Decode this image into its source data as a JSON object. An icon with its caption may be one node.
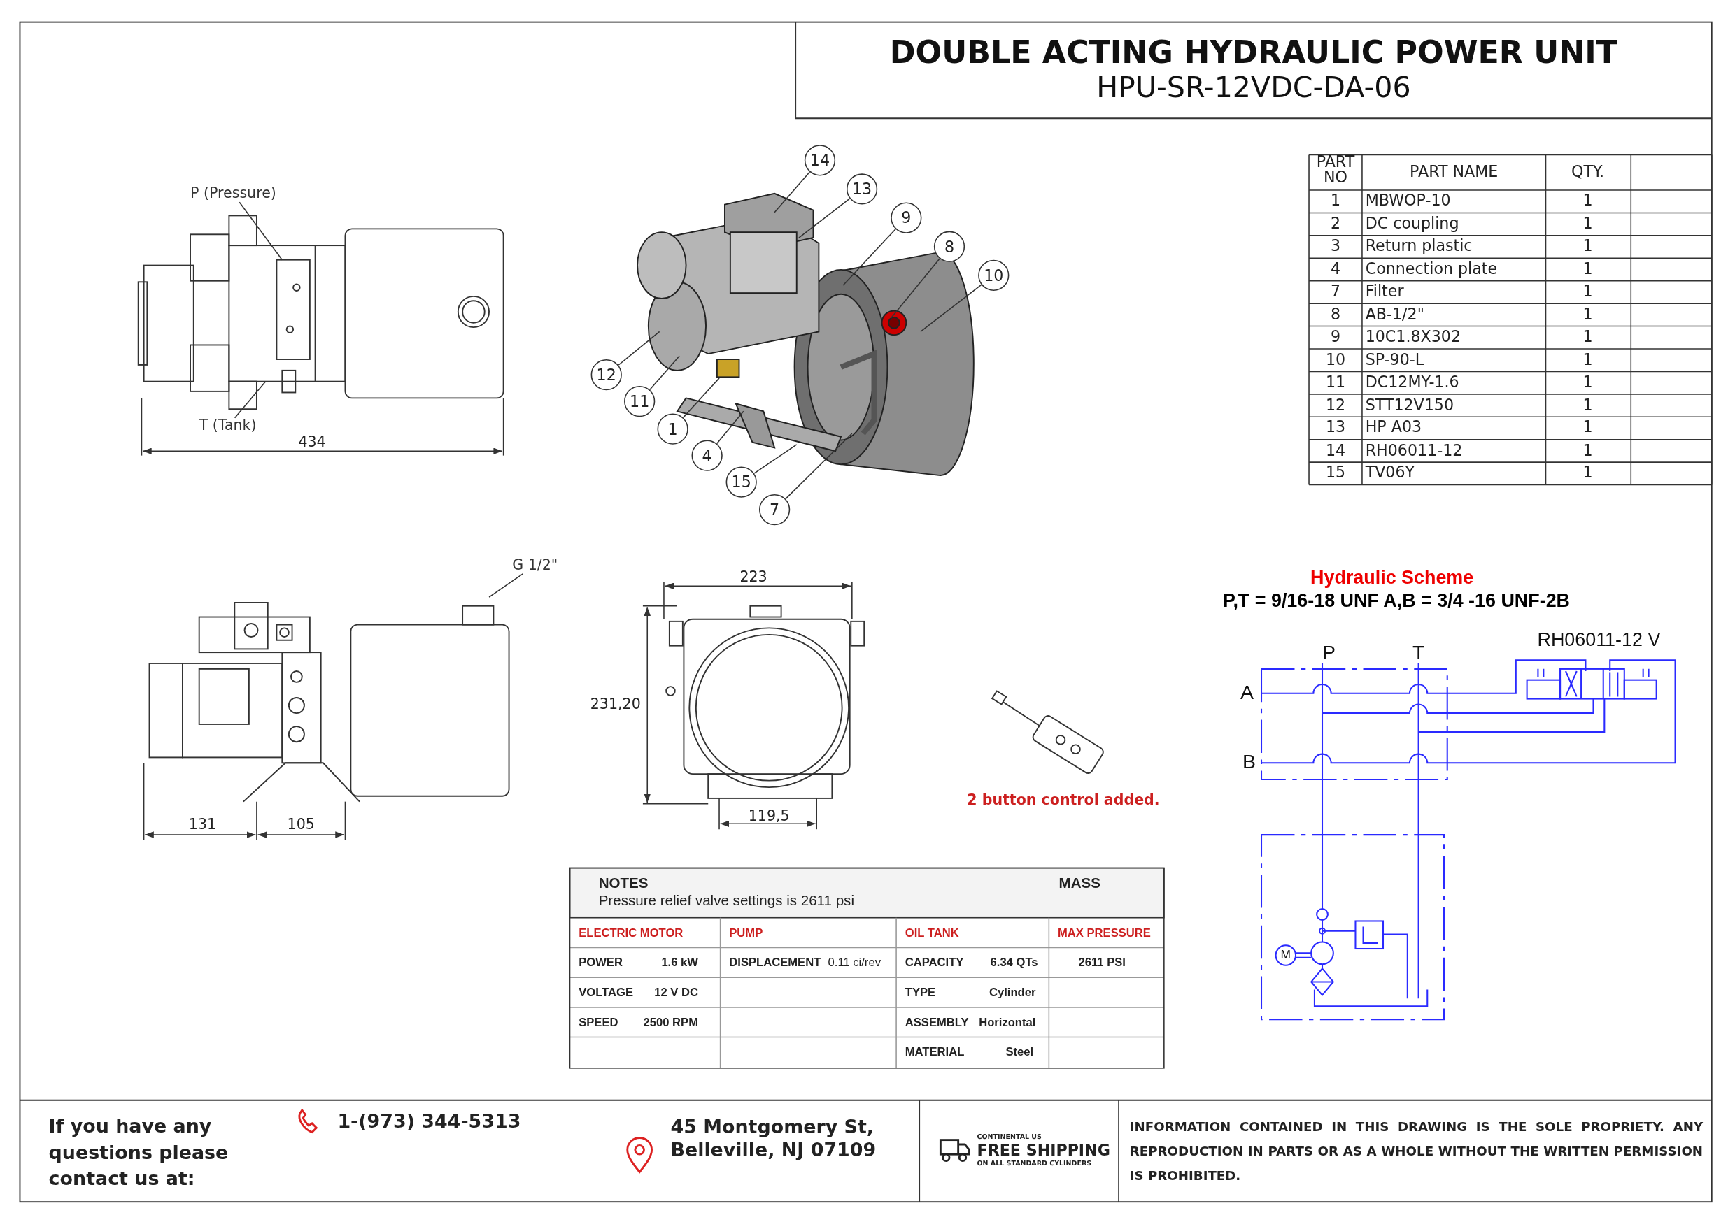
{
  "diagram": {
    "title": "DOUBLE ACTING HYDRAULIC POWER UNIT",
    "nodes": [
      {
        "text": [
          "P (Pressure)"
        ]
      },
      {
        "text": [
          "T (Tank)"
        ]
      },
      {
        "text": [
          "G 1/2\""
        ]
      },
      {
        "text": [
          "14"
        ]
      },
      {
        "text": [
          "13"
        ]
      },
      {
        "text": [
          "9"
        ]
      },
      {
        "text": [
          "8"
        ]
      },
      {
        "text": [
          "10"
        ]
      },
      {
        "text": [
          "12"
        ]
      },
      {
        "text": [
          "11"
        ]
      },
      {
        "text": [
          "1"
        ]
      },
      {
        "text": [
          "4"
        ]
      },
      {
        "text": [
          "15"
        ]
      },
      {
        "text": [
          "7"
        ]
      }
    ],
    "edges": [
      {
        "from": 0,
        "to": null,
        "arrow": "none"
      },
      {
        "from": 1,
        "to": null,
        "arrow": "none"
      },
      {
        "from": 2,
        "to": null,
        "arrow": "none"
      },
      {
        "from": 3,
        "to": null,
        "arrow": "none"
      },
      {
        "from": 4,
        "to": null,
        "arrow": "none"
      },
      {
        "from": 5,
        "to": null,
        "arrow": "none"
      },
      {
        "from": 6,
        "to": null,
        "arrow": "none"
      },
      {
        "from": 7,
        "to": null,
        "arrow": "none"
      },
      {
        "from": 8,
        "to": null,
        "arrow": "none"
      },
      {
        "from": 9,
        "to": null,
        "arrow": "none"
      },
      {
        "from": 10,
        "to": null,
        "arrow": "none"
      },
      {
        "from": 11,
        "to": null,
        "arrow": "none"
      },
      {
        "from": 12,
        "to": null,
        "arrow": "none"
      },
      {
        "from": 13,
        "to": null,
        "arrow": "none"
      }
    ],
    "labels": [
      "HPU-SR-12VDC-DA-06",
      "PART NO",
      "PART NAME",
      "QTY.",
      "1",
      "MBWOP-10",
      "1",
      "2",
      "DC coupling",
      "1",
      "3",
      "Return plastic",
      "1",
      "4",
      "Connection plate",
      "1",
      "7",
      "Filter",
      "1",
      "8",
      "AB-1/2\"",
      "1",
      "9",
      "10C1.8X302",
      "1",
      "10",
      "SP-90-L",
      "1",
      "11",
      "DC12MY-1.6",
      "1",
      "12",
      "STT12V150",
      "1",
      "13",
      "HP A03",
      "1",
      "14",
      "RH06011-12",
      "1",
      "15",
      "TV06Y",
      "1",
      "434",
      "223",
      "231,20",
      "131",
      "105",
      "119,5",
      "2 button control added.",
      "Hydraulic Scheme",
      "P,T = 9/16-18 UNF A,B = 3/4 -16 UNF-2B",
      "RH06011-12 V",
      "P",
      "T",
      "A",
      "B",
      "M",
      "NOTES",
      "Pressure relief valve settings is 2611 psi",
      "MASS",
      "ELECTRIC MOTOR",
      "PUMP",
      "OIL TANK",
      "MAX PRESSURE",
      "POWER",
      "1.6 kW",
      "DISPLACEMENT",
      "0.11 ci/rev",
      "CAPACITY",
      "6.34 QTs",
      "2611 PSI",
      "VOLTAGE",
      "12 V DC",
      "TYPE",
      "Cylinder",
      "SPEED",
      "2500 RPM",
      "ASSEMBLY",
      "Horizontal",
      "MATERIAL",
      "Steel",
      "If you have any questions please contact us at:",
      "1-(973) 344-5313",
      "45 Montgomery St, Belleville, NJ 07109",
      "CONTINENTAL US",
      "FREE SHIPPING",
      "ON ALL STANDARD CYLINDERS",
      "INFORMATION CONTAINED IN THIS DRAWING IS THE SOLE PROPRIETY. ANY REPRODUCTION IN PARTS OR AS A WHOLE WITHOUT THE WRITTEN PERMISSION IS PROHIBITED."
    ]
  }
}
